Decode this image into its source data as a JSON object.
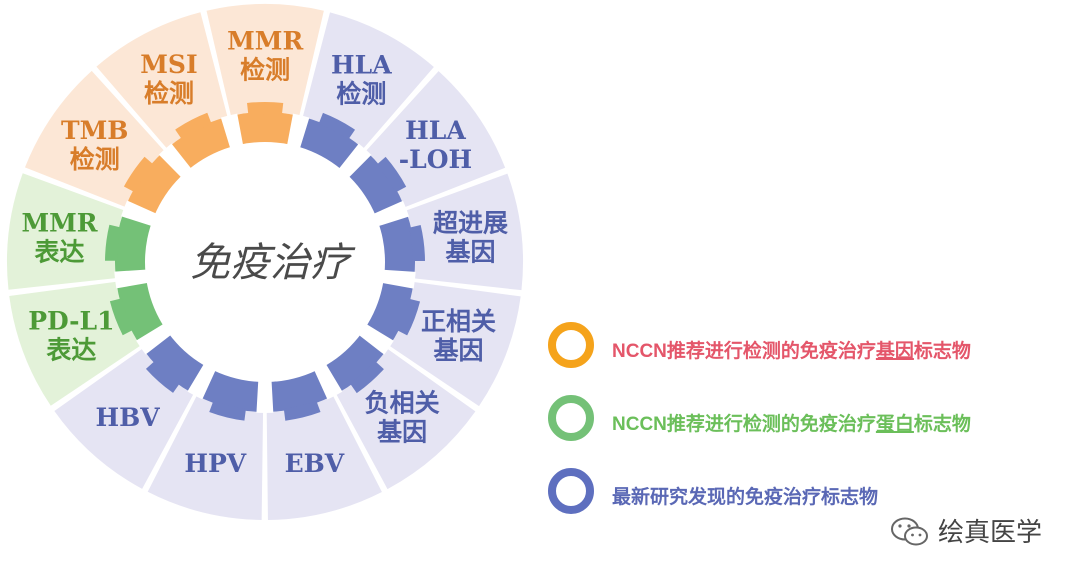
{
  "center_title": "免疫治疗",
  "segments": [
    {
      "lines": [
        "MMR",
        "检测"
      ],
      "group": "gene"
    },
    {
      "lines": [
        "HLA",
        "检测"
      ],
      "group": "new"
    },
    {
      "lines": [
        "HLA",
        "-LOH"
      ],
      "group": "new"
    },
    {
      "lines": [
        "超进展",
        "基因"
      ],
      "group": "new"
    },
    {
      "lines": [
        "正相关",
        "基因"
      ],
      "group": "new"
    },
    {
      "lines": [
        "负相关",
        "基因"
      ],
      "group": "new"
    },
    {
      "lines": [
        "EBV"
      ],
      "group": "new"
    },
    {
      "lines": [
        "HPV"
      ],
      "group": "new"
    },
    {
      "lines": [
        "HBV"
      ],
      "group": "new"
    },
    {
      "lines": [
        "PD-L1",
        "表达"
      ],
      "group": "protein"
    },
    {
      "lines": [
        "MMR",
        "表达"
      ],
      "group": "protein"
    },
    {
      "lines": [
        "TMB",
        "检测"
      ],
      "group": "gene"
    },
    {
      "lines": [
        "MSI",
        "检测"
      ],
      "group": "gene"
    }
  ],
  "colors": {
    "gene": {
      "light": "#fce7d6",
      "mid": "#f8ad5e",
      "text": "#d87d2a"
    },
    "protein": {
      "light": "#e3f2d9",
      "mid": "#74c177",
      "text": "#4d9a37"
    },
    "new": {
      "light": "#e5e4f3",
      "mid": "#6e7fc3",
      "text": "#4f5ea8"
    }
  },
  "legend": [
    {
      "pre": "NCCN推荐进行检测的免疫治疗",
      "key": "基因",
      "post": "标志物",
      "ring": "#f5a31b",
      "text": "#e4566a"
    },
    {
      "pre": "NCCN推荐进行检测的免疫治疗",
      "key": "蛋白",
      "post": "标志物",
      "ring": "#74c177",
      "text": "#6bbf5a"
    },
    {
      "pre": "最新研究发现的免疫治疗标志物",
      "key": "",
      "post": "",
      "ring": "#5e6fbf",
      "text": "#5a68b5"
    }
  ],
  "watermark": "绘真医学"
}
